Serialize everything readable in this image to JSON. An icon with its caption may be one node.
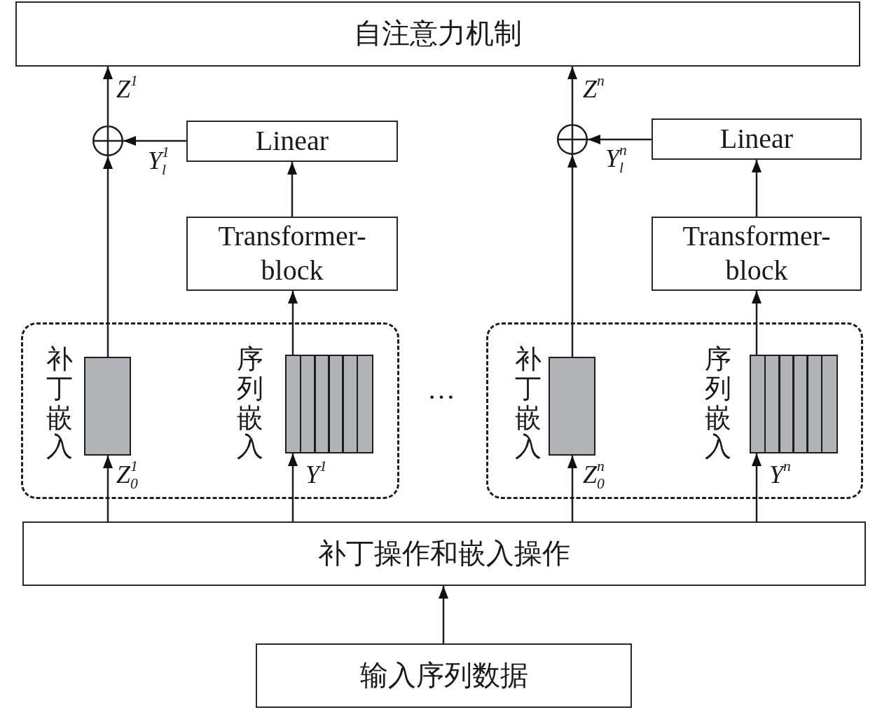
{
  "diagram": {
    "nodes": [
      {
        "text": [
          "自注意力机制"
        ]
      },
      {
        "text": [],
        "shape": "circle"
      },
      {
        "text": [
          "Linear"
        ]
      },
      {
        "text": [],
        "shape": "circle"
      },
      {
        "text": [
          "Linear"
        ]
      },
      {
        "text": [
          "Transformer-block"
        ]
      },
      {
        "text": [
          "Transformer-block"
        ]
      },
      {
        "text": [],
        "shape": "box"
      },
      {
        "text": [],
        "shape": "bar",
        "in": 7,
        "beside": [
          "补丁嵌入"
        ]
      },
      {
        "text": [],
        "shape": "bar",
        "in": 7,
        "beside": [
          "序列嵌入"
        ]
      },
      {
        "text": [],
        "shape": "box"
      },
      {
        "text": [],
        "shape": "bar",
        "in": 10,
        "beside": [
          "补丁嵌入"
        ]
      },
      {
        "text": [],
        "shape": "bar",
        "in": 10,
        "beside": [
          "序列嵌入"
        ]
      },
      {
        "text": [
          "补丁操作和嵌入操作"
        ]
      },
      {
        "text": [
          "输入序列数据"
        ]
      }
    ],
    "edges": [
      {
        "from": 1,
        "to": 0,
        "arrow": "to",
        "label": "Z$^{1}$"
      },
      {
        "from": 2,
        "to": 1,
        "arrow": "to",
        "label": "Y$^{1}$$_{l}$"
      },
      {
        "from": 3,
        "to": 0,
        "arrow": "to",
        "label": "Z$^{n}$"
      },
      {
        "from": 4,
        "to": 3,
        "arrow": "to",
        "label": "Y$^{n}$$_{l}$"
      },
      {
        "from": 5,
        "to": 2,
        "arrow": "to"
      },
      {
        "from": 6,
        "to": 4,
        "arrow": "to"
      },
      {
        "from": 8,
        "to": 1,
        "arrow": "to"
      },
      {
        "from": 9,
        "to": 5,
        "arrow": "to"
      },
      {
        "from": 11,
        "to": 3,
        "arrow": "to"
      },
      {
        "from": 12,
        "to": 6,
        "arrow": "to"
      },
      {
        "from": 13,
        "to": 8,
        "arrow": "to",
        "label": "Z$^{1}$$_{0}$"
      },
      {
        "from": 13,
        "to": 9,
        "arrow": "to",
        "label": "Y$^{1}$"
      },
      {
        "from": 13,
        "to": 11,
        "arrow": "to",
        "label": "Z$^{n}$$_{0}$"
      },
      {
        "from": 13,
        "to": 12,
        "arrow": "to",
        "label": "Y$^{n}$"
      },
      {
        "from": 14,
        "to": 13,
        "arrow": "to"
      }
    ],
    "labels": [
      "…"
    ]
  }
}
